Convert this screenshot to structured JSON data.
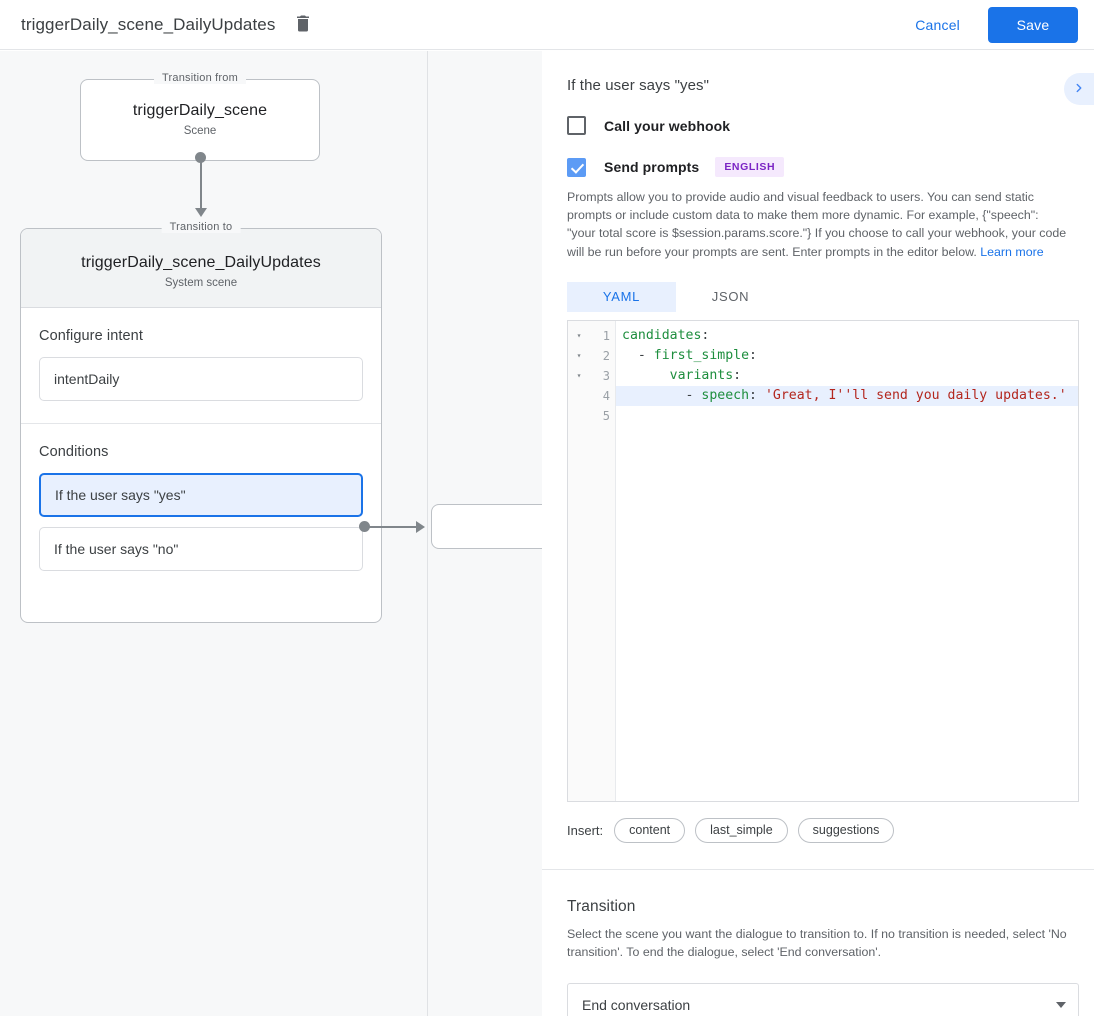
{
  "topbar": {
    "title": "triggerDaily_scene_DailyUpdates",
    "delete_icon": "trash-icon",
    "cancel_label": "Cancel",
    "save_label": "Save",
    "accent_color": "#1a73e8"
  },
  "canvas": {
    "from_node": {
      "legend": "Transition from",
      "title": "triggerDaily_scene",
      "subtitle": "Scene"
    },
    "to_node": {
      "legend": "Transition to",
      "title": "triggerDaily_scene_DailyUpdates",
      "subtitle": "System scene"
    },
    "intent_section": {
      "label": "Configure intent",
      "value": "intentDaily"
    },
    "conditions_section": {
      "label": "Conditions",
      "items": [
        {
          "label": "If the user says \"yes\"",
          "selected": true
        },
        {
          "label": "If the user says \"no\"",
          "selected": false
        }
      ]
    },
    "next_node": {
      "label": ""
    }
  },
  "panel": {
    "header": "If the user says \"yes\"",
    "collapse_icon": "chevron-right-icon",
    "webhook": {
      "label": "Call your webhook",
      "checked": false
    },
    "prompts": {
      "label": "Send prompts",
      "checked": true,
      "language_badge": "ENGLISH",
      "help_text": "Prompts allow you to provide audio and visual feedback to users. You can send static prompts or include custom data to make them more dynamic. For example, {\"speech\": \"your total score is $session.params.score.\"} If you choose to call your webhook, your code will be run before your prompts are sent. Enter prompts in the editor below. ",
      "help_link": "Learn more",
      "badge_bg": "#f5e9fd",
      "badge_fg": "#7b24c4"
    },
    "tabs": [
      {
        "label": "YAML",
        "active": true
      },
      {
        "label": "JSON",
        "active": false
      }
    ],
    "editor": {
      "lines": [
        {
          "num": "1",
          "fold": "▾",
          "highlight": false,
          "segments": [
            {
              "text": "candidates",
              "cls": "tok-key"
            },
            {
              "text": ":",
              "cls": "tok-punc"
            }
          ]
        },
        {
          "num": "2",
          "fold": "▾",
          "highlight": false,
          "segments": [
            {
              "text": "  - ",
              "cls": "tok-punc"
            },
            {
              "text": "first_simple",
              "cls": "tok-key"
            },
            {
              "text": ":",
              "cls": "tok-punc"
            }
          ]
        },
        {
          "num": "3",
          "fold": "▾",
          "highlight": false,
          "segments": [
            {
              "text": "      ",
              "cls": "tok-punc"
            },
            {
              "text": "variants",
              "cls": "tok-key"
            },
            {
              "text": ":",
              "cls": "tok-punc"
            }
          ]
        },
        {
          "num": "4",
          "fold": "",
          "highlight": true,
          "segments": [
            {
              "text": "        - ",
              "cls": "tok-punc"
            },
            {
              "text": "speech",
              "cls": "tok-key"
            },
            {
              "text": ": ",
              "cls": "tok-punc"
            },
            {
              "text": "'Great, I''ll send you daily updates.'",
              "cls": "tok-str"
            }
          ]
        },
        {
          "num": "5",
          "fold": "",
          "highlight": false,
          "segments": [
            {
              "text": "",
              "cls": "tok-punc"
            }
          ]
        }
      ]
    },
    "insert": {
      "label": "Insert:",
      "chips": [
        "content",
        "last_simple",
        "suggestions"
      ]
    },
    "transition": {
      "title": "Transition",
      "description": "Select the scene you want the dialogue to transition to. If no transition is needed, select 'No transition'. To end the dialogue, select 'End conversation'.",
      "selected": "End conversation",
      "caret_icon": "chevron-down-icon"
    }
  }
}
